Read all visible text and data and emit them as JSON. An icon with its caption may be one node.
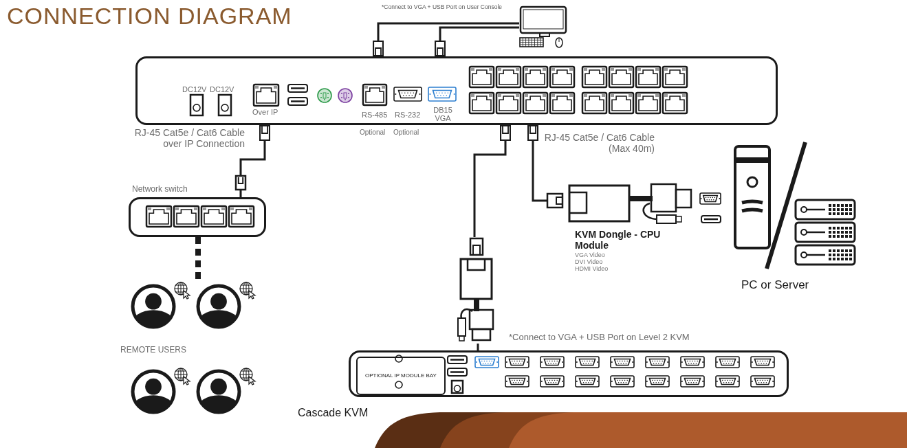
{
  "diagram": {
    "title": "CONNECTION DIAGRAM",
    "nodes": [
      {
        "text": [],
        "shape": "box"
      },
      {
        "text": [],
        "shape": "picture"
      },
      {
        "text": [
          "Network switch"
        ]
      },
      {
        "text": [],
        "shape": "person"
      },
      {
        "text": [],
        "shape": "person"
      },
      {
        "text": [],
        "shape": "person"
      },
      {
        "text": [],
        "shape": "person"
      },
      {
        "text": [],
        "shape": "picture",
        "beside": [
          "KVM Dongle - CPU Module",
          "VGA Video",
          "DVI Video",
          "HDMI Video"
        ]
      },
      {
        "text": [],
        "shape": "picture",
        "beside": [
          "PC or Server"
        ]
      },
      {
        "text": [],
        "shape": "picture"
      },
      {
        "text": [],
        "shape": "box",
        "beside": [
          "Cascade KVM"
        ]
      },
      {
        "text": [
          "OPTIONAL IP MODULE BAY"
        ],
        "in": 10
      }
    ],
    "edges": [
      {
        "from": 0,
        "to": 1,
        "arrow": "other"
      },
      {
        "from": 0,
        "to": 1,
        "arrow": "other"
      },
      {
        "from": 0,
        "to": 2,
        "arrow": "other",
        "label": "RJ-45 Cat5e / Cat6 Cable over IP Connection"
      },
      {
        "from": 0,
        "to": 9,
        "arrow": "other"
      },
      {
        "from": 9,
        "to": 10,
        "arrow": "none"
      },
      {
        "from": 0,
        "to": 7,
        "arrow": "other",
        "label": "RJ-45 Cat5e / Cat6 Cable (Max 40m)"
      },
      {
        "from": 2,
        "to": 4,
        "arrow": "none",
        "style": "dashed"
      }
    ],
    "labels": [
      "*Connect to VGA + USB Port on User Console",
      "DC12V",
      "DC12V",
      "Over IP",
      "RS-485",
      "RS-232",
      "DB15 VGA",
      "Optional",
      "Optional",
      "REMOTE USERS",
      "*Connect to VGA + USB Port on Level 2 KVM"
    ]
  }
}
